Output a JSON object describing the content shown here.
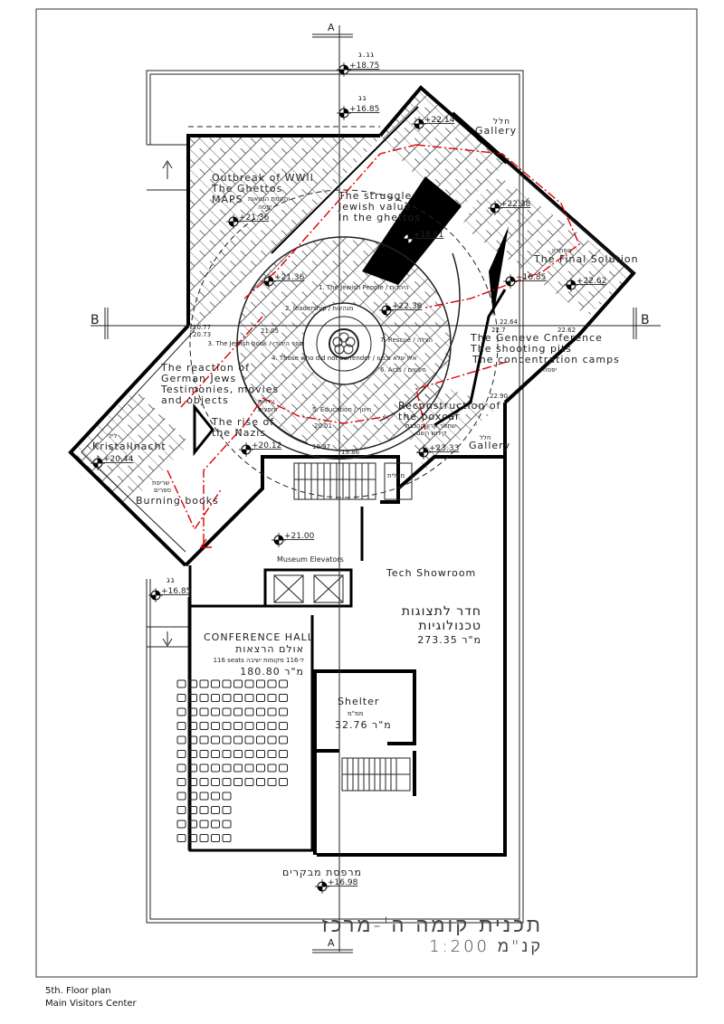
{
  "section_marks": {
    "a": "A",
    "b": "B"
  },
  "rooms": {
    "gallery_top_he": "חלל",
    "gallery_top": "Gallery",
    "outbreak": "Outbreak of WWII",
    "ghettos": "The Ghettos",
    "maps": "MAPS",
    "outbreak_he": "והקמת הגטאות",
    "outbreak_he2": "יפסה",
    "struggle": "The struggle",
    "jewish_value": "Jewish value",
    "in_ghettos": "In the ghettos",
    "final_solution": "The Final Solution",
    "final_he": "הפתרון",
    "geneva": "The Geneve Cnference",
    "shooting": "The shooting pits",
    "camps": "The concentration camps",
    "camps_he": "יפסה",
    "reaction": "The reaction of",
    "german_jews": "German Jews",
    "testimonies": "Testimonies, movies",
    "and_objects": "and objects",
    "testimonies_he": "עדויות",
    "objects_he": "וחפצים",
    "rise": "The rise of",
    "nazis": "the Nazis",
    "kristallnacht": "Kristallnacht",
    "kristallnacht_he": "ליל",
    "burning_books_he1": "שריפת",
    "burning_books_he2": "ספרים",
    "burning_books": "Burning books",
    "reconstruction": "Reconstruction of",
    "boxcar": "the boxcar",
    "boxcar_he": "שחזור קרון הרכבת",
    "boxcar_he2": "קידוש השם",
    "gallery_bottom": "Gallery",
    "gallery_bottom_he": "חלל",
    "museum_elevators": "Museum Elevators",
    "tech_showroom": "Tech Showroom",
    "tech_he1": "חדר לתצוגות",
    "tech_he2": "טכנולוגיות",
    "tech_area": "273.35 מ\"ר",
    "conference": "CONFERENCE HALL",
    "conference_he": "אולם הרצאות",
    "conference_seats": "116 seats ל-116 מקומות ישיבה",
    "conference_area": "180.80 מ\"ר",
    "shelter": "Shelter",
    "shelter_he": "ממ\"מ",
    "shelter_area": "32.76 מ\"ר",
    "elevator_he": "מעלית",
    "terrace_he": "מרפסת מבקרים"
  },
  "circle_labels": [
    "1. The Jewish People / היהדות",
    "2. leadership / מנהיגות",
    "3. The Jewish book / ספר היהודי",
    "4. Those who did not surrender / אלו שלא נכנעו",
    "5. Education / חינוך",
    "6. Acts / מעשים",
    "7. Rescue / הצלה"
  ],
  "elevations": {
    "roof_top": "+18.75",
    "roof_top_he": "גג.ג",
    "roof": "+16.85",
    "roof_he": "גג",
    "e2214": "+22.14",
    "e2136a": "+21.36",
    "e2136b": "+21.36",
    "e1861": "+18.61",
    "e2238a": "+22.38",
    "e2238b": "+22.38",
    "e1685r": "+16.85",
    "e2262": "+22.62",
    "e2012": "+20.12",
    "e2044": "+20.44",
    "e2333": "+23.33",
    "e2100": "+21.00",
    "e1685l": "+16.85",
    "e1685l_he": "גג",
    "e1698": "+16.98"
  },
  "levels": [
    "20.77",
    "20.73",
    "21.05",
    "22.64",
    "22.7",
    "22.62",
    "22.90",
    "20.01",
    "19.97",
    "19.86"
  ],
  "title_block": {
    "title_he": "תכנית קומה ה'-מרכז",
    "scale_he": "קנ\"מ 1:200"
  },
  "footer": {
    "line1": "5th. Floor plan",
    "line2": "Main Visitors Center"
  },
  "colors": {
    "route": "#e00000",
    "walls": "#000000"
  }
}
